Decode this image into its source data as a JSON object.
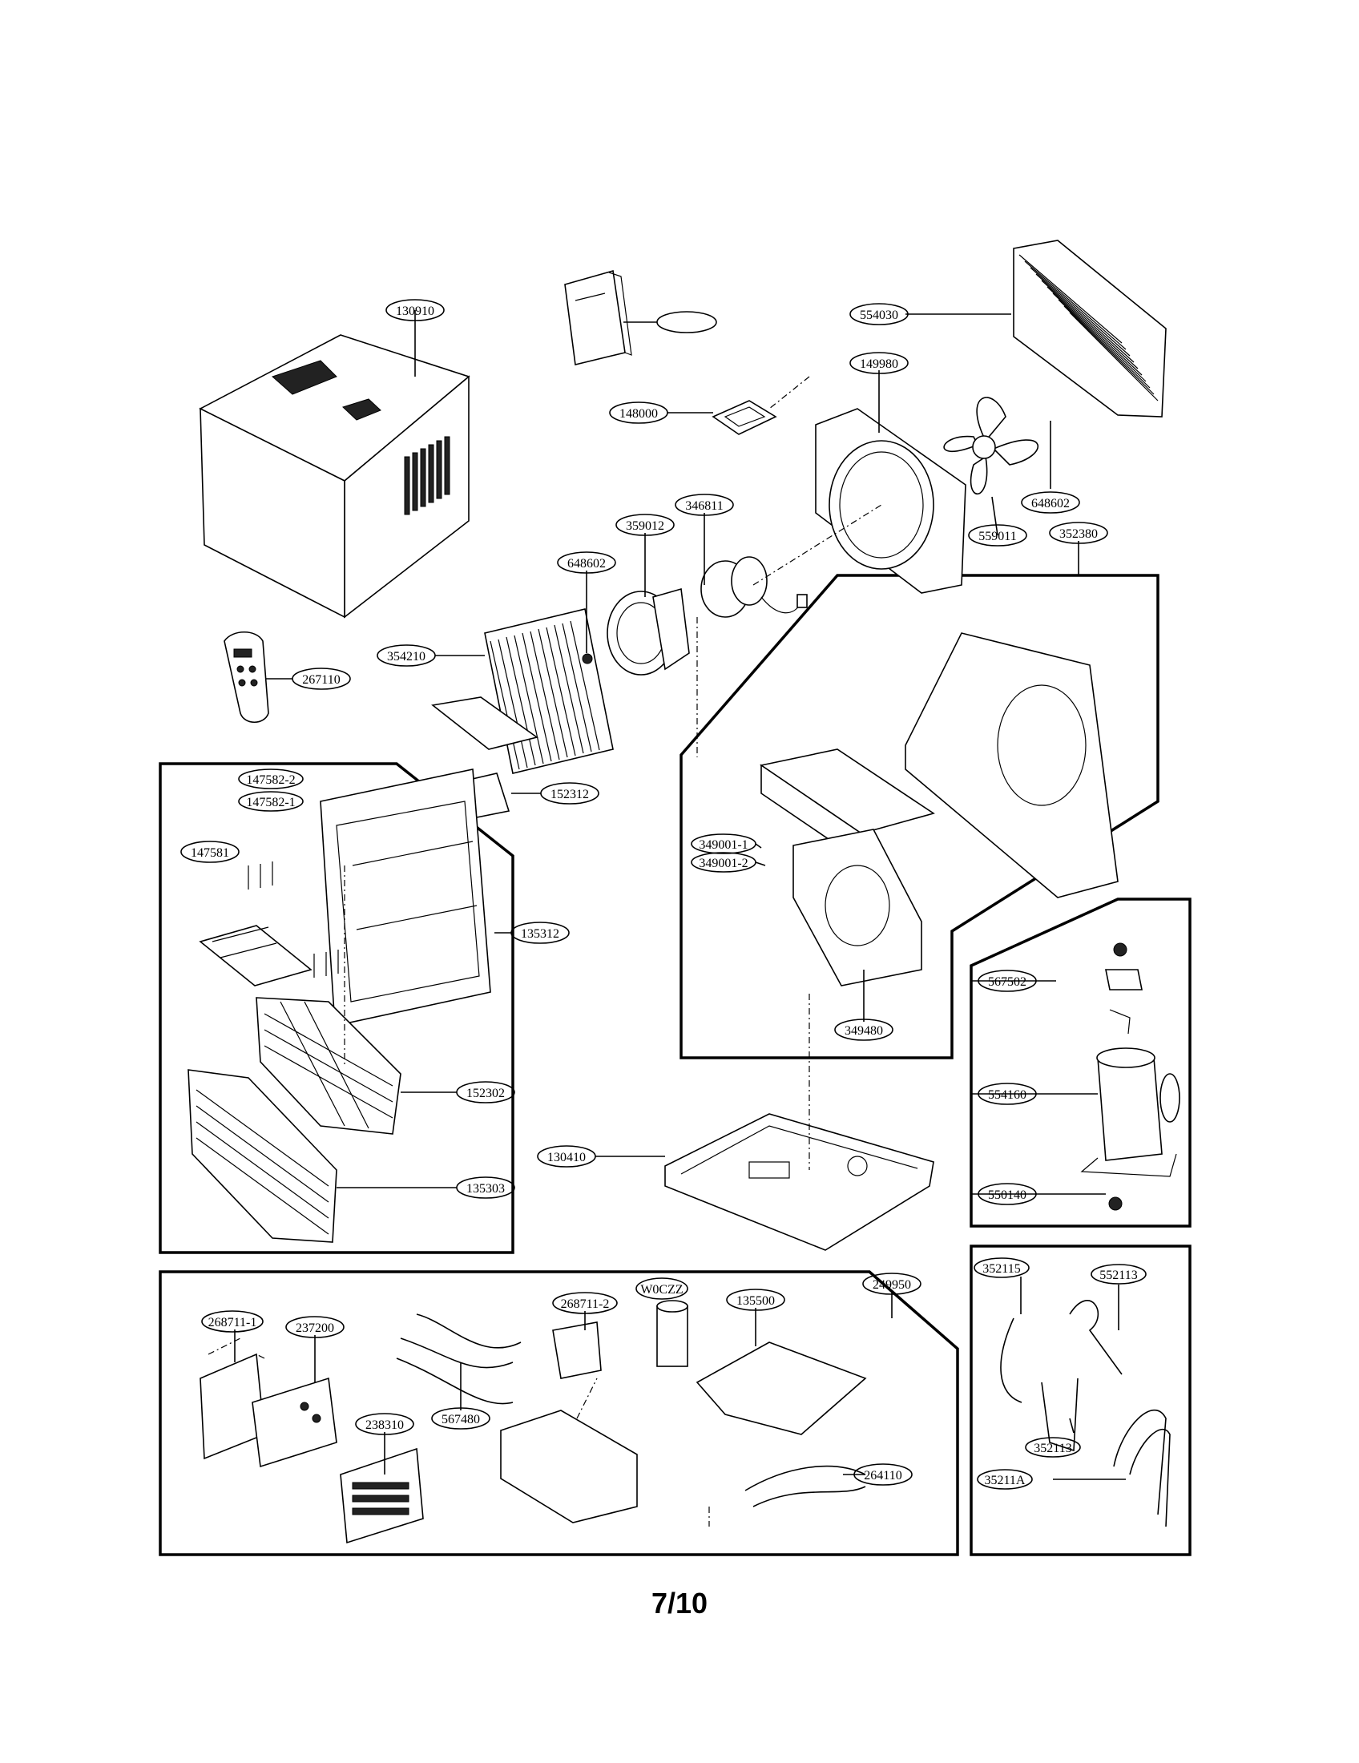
{
  "page_number": "7/10",
  "parts": [
    {
      "id": "p130910",
      "label": "130910"
    },
    {
      "id": "p554030",
      "label": "554030"
    },
    {
      "id": "p149980",
      "label": "149980"
    },
    {
      "id": "p148000",
      "label": "148000"
    },
    {
      "id": "p346811",
      "label": "346811"
    },
    {
      "id": "p359012",
      "label": "359012"
    },
    {
      "id": "p648602a",
      "label": "648602"
    },
    {
      "id": "p648602b",
      "label": "648602"
    },
    {
      "id": "p559011",
      "label": "559011"
    },
    {
      "id": "p352380",
      "label": "352380"
    },
    {
      "id": "p354210",
      "label": "354210"
    },
    {
      "id": "p267110",
      "label": "267110"
    },
    {
      "id": "p147582_2",
      "label": "147582-2"
    },
    {
      "id": "p147582_1",
      "label": "147582-1"
    },
    {
      "id": "p147581",
      "label": "147581"
    },
    {
      "id": "p152312",
      "label": "152312"
    },
    {
      "id": "p135312",
      "label": "135312"
    },
    {
      "id": "p349001_1",
      "label": "349001-1"
    },
    {
      "id": "p349001_2",
      "label": "349001-2"
    },
    {
      "id": "p349480",
      "label": "349480"
    },
    {
      "id": "p567502",
      "label": "567502"
    },
    {
      "id": "p554160",
      "label": "554160"
    },
    {
      "id": "p550140",
      "label": "550140"
    },
    {
      "id": "p152302",
      "label": "152302"
    },
    {
      "id": "p130410",
      "label": "130410"
    },
    {
      "id": "p135303",
      "label": "135303"
    },
    {
      "id": "p249950",
      "label": "249950"
    },
    {
      "id": "p268711_1",
      "label": "268711-1"
    },
    {
      "id": "p237200",
      "label": "237200"
    },
    {
      "id": "p268711_2",
      "label": "268711-2"
    },
    {
      "id": "pW0CZZ",
      "label": "W0CZZ"
    },
    {
      "id": "p135500",
      "label": "135500"
    },
    {
      "id": "p238310",
      "label": "238310"
    },
    {
      "id": "p567480",
      "label": "567480"
    },
    {
      "id": "p264110",
      "label": "264110"
    },
    {
      "id": "p352115",
      "label": "352115"
    },
    {
      "id": "p552113",
      "label": "552113"
    },
    {
      "id": "p352113",
      "label": "352113"
    },
    {
      "id": "p35211A",
      "label": "35211A"
    }
  ]
}
